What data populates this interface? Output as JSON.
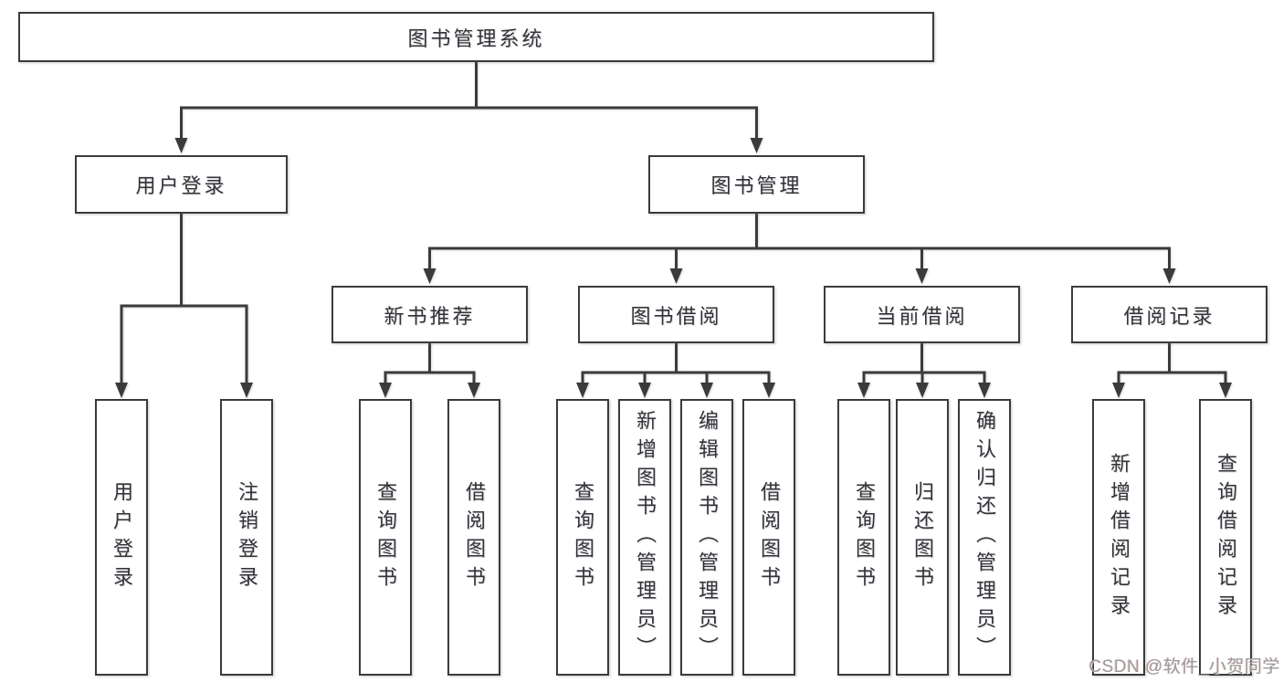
{
  "nodes": {
    "root": {
      "label": "图书管理系统"
    },
    "level2": [
      {
        "label": "用户登录"
      },
      {
        "label": "图书管理"
      }
    ],
    "level3": [
      {
        "label": "新书推荐",
        "parent": "图书管理"
      },
      {
        "label": "图书借阅",
        "parent": "图书管理"
      },
      {
        "label": "当前借阅",
        "parent": "图书管理"
      },
      {
        "label": "借阅记录",
        "parent": "图书管理"
      }
    ],
    "leaves": [
      {
        "label": "用户登录",
        "parent": "用户登录"
      },
      {
        "label": "注销登录",
        "parent": "用户登录"
      },
      {
        "label": "查询图书",
        "parent": "新书推荐"
      },
      {
        "label": "借阅图书",
        "parent": "新书推荐"
      },
      {
        "label": "查询图书",
        "parent": "图书借阅"
      },
      {
        "label": "新增图书（管理员）",
        "parent": "图书借阅"
      },
      {
        "label": "编辑图书（管理员）",
        "parent": "图书借阅"
      },
      {
        "label": "借阅图书",
        "parent": "图书借阅"
      },
      {
        "label": "查询图书",
        "parent": "当前借阅"
      },
      {
        "label": "归还图书",
        "parent": "当前借阅"
      },
      {
        "label": "确认归还（管理员）",
        "parent": "当前借阅"
      },
      {
        "label": "新增借阅记录",
        "parent": "借阅记录"
      },
      {
        "label": "查询借阅记录",
        "parent": "借阅记录"
      }
    ]
  },
  "watermark": "CSDN @软件_小贺同学",
  "colors": {
    "line": "#3b3b3b",
    "text": "#323238",
    "background": "#ffffff",
    "watermark": "#9b9b9b"
  }
}
